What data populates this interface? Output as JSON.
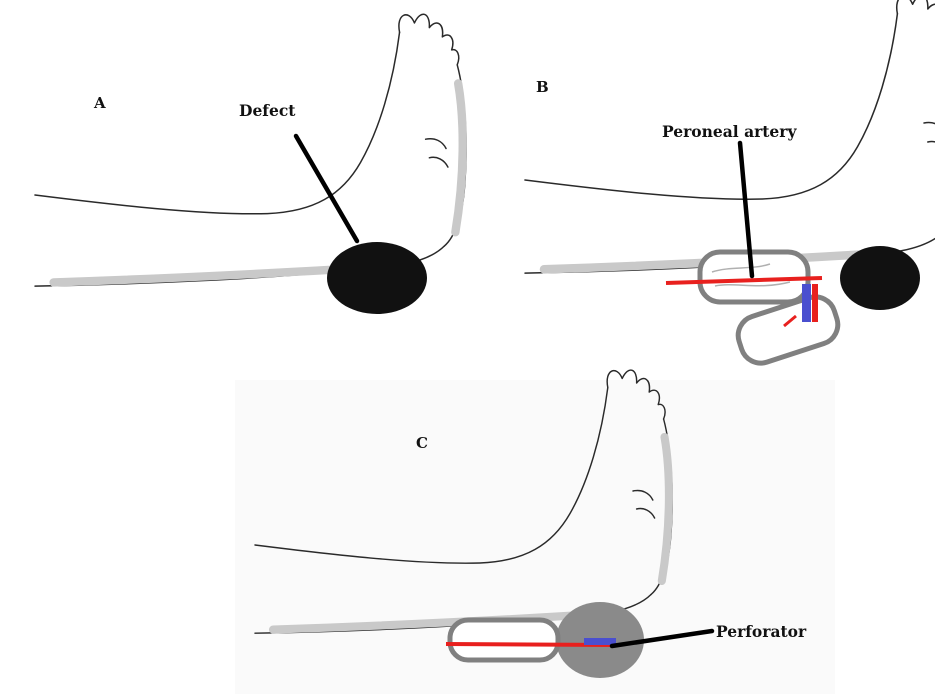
{
  "panels": {
    "a": {
      "label": "A",
      "callout": "Defect"
    },
    "b": {
      "label": "B",
      "callout": "Peroneal artery"
    },
    "c": {
      "label": "C",
      "callout": "Perforator"
    }
  },
  "colors": {
    "defect": "#111111",
    "artery": "#e8201e",
    "perforator_vein": "#4a4fcf",
    "flap_outline": "#808080",
    "healed_defect": "#8a8a8a"
  }
}
